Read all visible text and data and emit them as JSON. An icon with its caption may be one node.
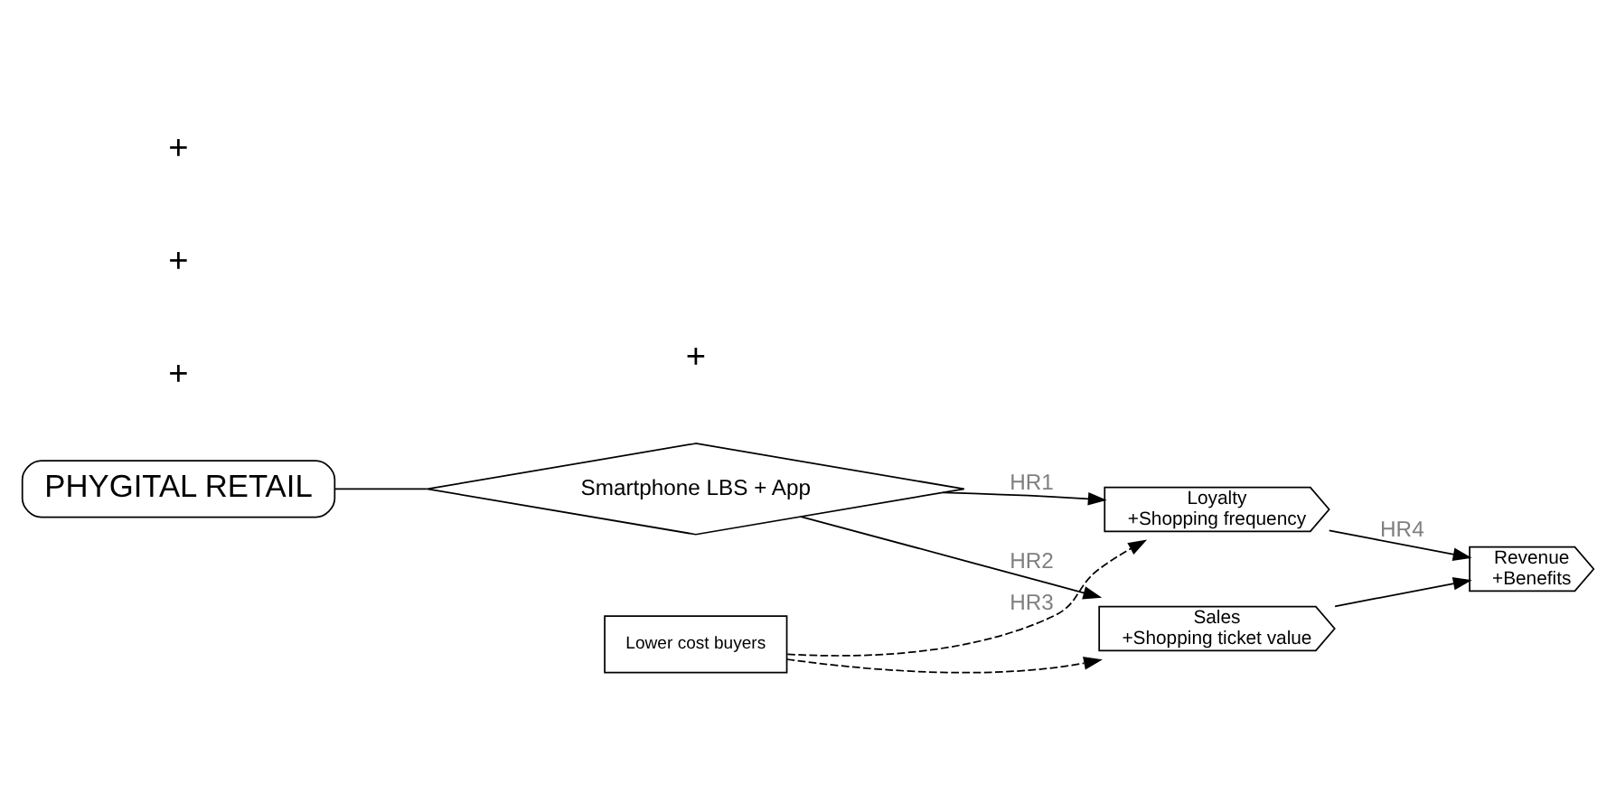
{
  "diagram": {
    "nodes": [
      {
        "text": [
          "PHYGITAL RETAIL"
        ]
      },
      {
        "text": [
          "Smartphone LBS + App"
        ]
      },
      {
        "text": [
          "Loyalty",
          "+Shopping frequency"
        ]
      },
      {
        "text": [
          "Sales",
          "+Shopping ticket value"
        ]
      },
      {
        "text": [
          "Lower cost buyers"
        ]
      },
      {
        "text": [
          "Revenue",
          "+Benefits"
        ]
      }
    ],
    "edges": [
      {
        "from": 0,
        "to": 1,
        "arrow": "none"
      },
      {
        "from": 1,
        "to": 2,
        "arrow": "to",
        "label": "HR1"
      },
      {
        "from": 1,
        "to": 3,
        "arrow": "to",
        "label": "HR2"
      },
      {
        "from": 4,
        "to": 2,
        "arrow": "to",
        "style": "dashed",
        "label": "HR3"
      },
      {
        "from": 4,
        "to": 3,
        "arrow": "to",
        "style": "dashed"
      },
      {
        "from": 2,
        "to": 5,
        "arrow": "to",
        "label": "HR4"
      },
      {
        "from": 3,
        "to": 5,
        "arrow": "to"
      }
    ],
    "labels": [
      "+",
      "+",
      "+",
      "+"
    ]
  }
}
